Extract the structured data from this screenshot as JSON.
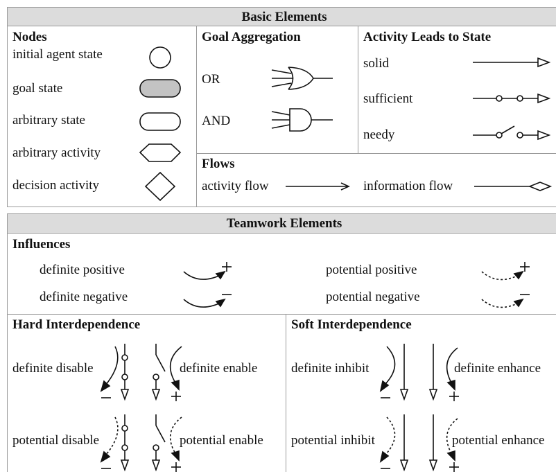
{
  "basic": {
    "header": "Basic Elements",
    "nodes": {
      "title": "Nodes",
      "items": [
        "initial agent state",
        "goal state",
        "arbitrary state",
        "arbitrary activity",
        "decision activity"
      ]
    },
    "goal_aggregation": {
      "title": "Goal Aggregation",
      "or_label": "OR",
      "and_label": "AND"
    },
    "activity_leads": {
      "title": "Activity Leads to State",
      "solid": "solid",
      "sufficient": "sufficient",
      "needy": "needy"
    },
    "flows": {
      "title": "Flows",
      "activity_flow": "activity flow",
      "information_flow": "information flow"
    }
  },
  "teamwork": {
    "header": "Teamwork Elements",
    "influences": {
      "title": "Influences",
      "definite_positive": "definite positive",
      "definite_negative": "definite negative",
      "potential_positive": "potential positive",
      "potential_negative": "potential negative"
    },
    "hard": {
      "title": "Hard Interdependence",
      "definite_disable": "definite disable",
      "definite_enable": "definite enable",
      "potential_disable": "potential disable",
      "potential_enable": "potential enable"
    },
    "soft": {
      "title": "Soft Interdependence",
      "definite_inhibit": "definite inhibit",
      "definite_enhance": "definite enhance",
      "potential_inhibit": "potential inhibit",
      "potential_enhance": "potential enhance"
    }
  }
}
